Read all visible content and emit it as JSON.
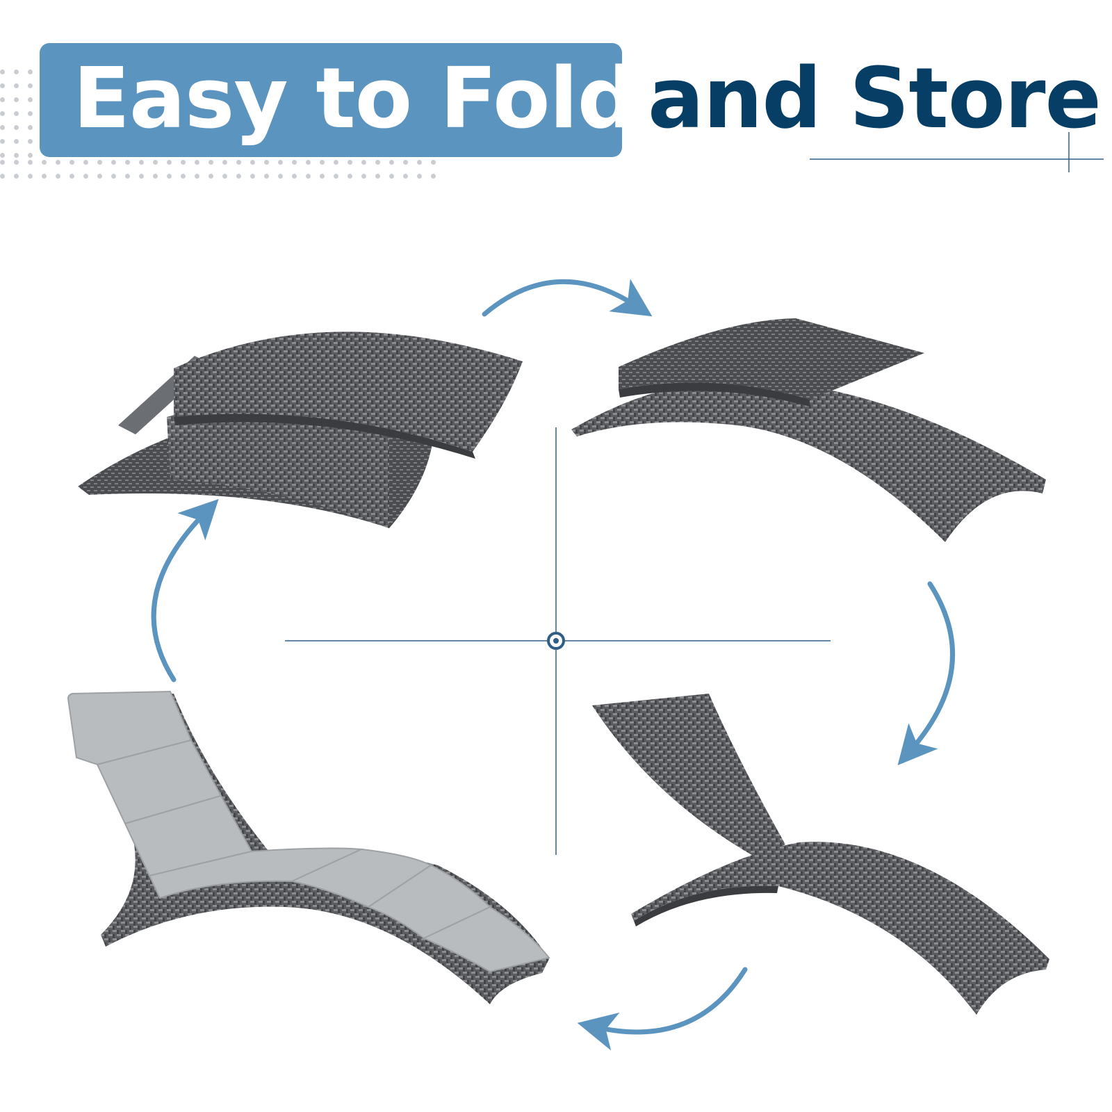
{
  "headline": {
    "highlight": "Easy to Fold",
    "rest": "and Store"
  },
  "colors": {
    "highlight_bg": "#5b95bf",
    "highlight_text": "#ffffff",
    "headline_text": "#063e65",
    "arrow": "#5b95bf",
    "divider": "#2f5f86",
    "rattan": "#5b5d60",
    "cushion": "#b9bcbf"
  },
  "scene": {
    "steps": [
      {
        "name": "folded-stack"
      },
      {
        "name": "half-folded-flat"
      },
      {
        "name": "frame-unfolded"
      },
      {
        "name": "lounger-with-cushion"
      }
    ],
    "arrows": [
      "arrow-right",
      "arrow-down",
      "arrow-left",
      "arrow-up"
    ]
  }
}
